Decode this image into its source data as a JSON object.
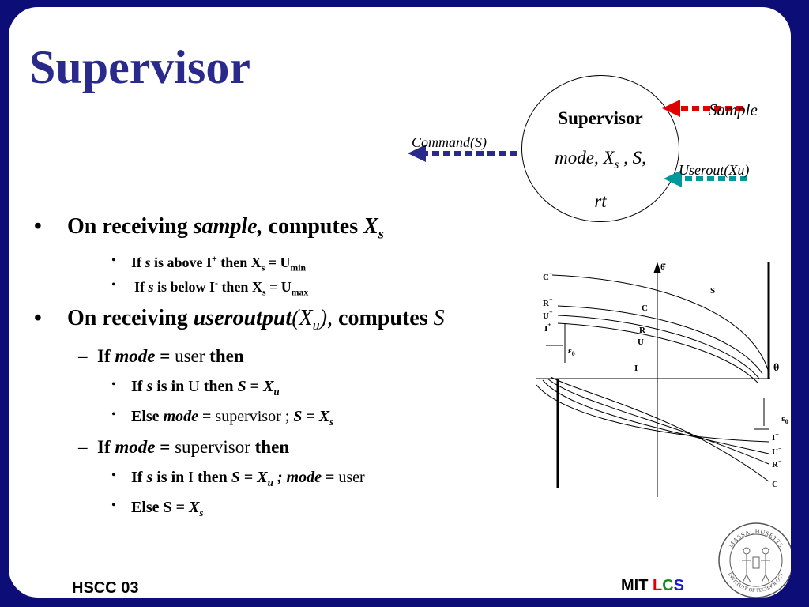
{
  "title": "Supervisor",
  "supervisor": {
    "name": "Supervisor",
    "vars_a": "mode, X",
    "vars_sub": "s",
    "vars_b": " , S,",
    "vars_c": "rt"
  },
  "arrows": {
    "command_label": "Command(S)",
    "sample_label": "Sample",
    "userout_label": "Userout(Xu)",
    "command_color": "#2a2a8c",
    "sample_color": "#e00000",
    "userout_color": "#00999a"
  },
  "bullets": {
    "b1": {
      "dot": "•",
      "p1": "On receiving ",
      "p2": "sample,",
      "p3": " computes ",
      "p4": "X",
      "p4sub": "s"
    },
    "b1a": {
      "dot": "•",
      "p1": "If ",
      "p2": "s",
      "p3": " is above I",
      "p3sup": "+",
      "p4": " then X",
      "p4sub": "s",
      "p5": " = U",
      "p5sub": "min"
    },
    "b1b": {
      "dot": "•",
      "p1": "If ",
      "p2": "s",
      "p3": " is below I",
      "p3sup": "-",
      "p4": " then X",
      "p4sub": "s",
      "p5": " = U",
      "p5sub": "max"
    },
    "b2": {
      "dot": "•",
      "p1": "On receiving ",
      "p2": "useroutput",
      "p3": "(X",
      "p3sub": "u",
      "p4": "),",
      "p5": " computes ",
      "p6": "S"
    },
    "b2a": {
      "dot": "–",
      "p1": "If ",
      "p2": "mode",
      "p3": " = ",
      "p4": "user",
      "p5": " then"
    },
    "b2a1": {
      "dot": "•",
      "p1": "If  ",
      "p2": "s",
      "p3": " is in  ",
      "p4": "U",
      "p5": "  then ",
      "p6": "S",
      "p7": " = ",
      "p8": "X",
      "p8sub": "u"
    },
    "b2a2": {
      "dot": "•",
      "p1": "Else ",
      "p2": "mode",
      "p3": " = ",
      "p4": "supervisor ;  ",
      "p5": "S",
      "p6": " = ",
      "p7": "X",
      "p7sub": "s"
    },
    "b2b": {
      "dot": "–",
      "p1": "If ",
      "p2": "mode",
      "p3": " = ",
      "p4": "supervisor",
      "p5": " then"
    },
    "b2b1": {
      "dot": "•",
      "p1": "If  ",
      "p2": "s",
      "p3": " is in  ",
      "p4": "I",
      "p5": " then ",
      "p6": "S",
      "p7": " = ",
      "p8": "X",
      "p8sub": "u",
      "p9": " ; ",
      "p10": "mode",
      "p11": " = ",
      "p12": "user"
    },
    "b2b2": {
      "dot": "•",
      "p1": "Else S = ",
      "p2": "X",
      "p2sub": "s"
    }
  },
  "diagram": {
    "y_axis_label": "θ̇",
    "x_axis_label": "θ",
    "region_s": "S",
    "region_c": "C",
    "region_r": "R",
    "region_u": "U",
    "region_i": "I",
    "left_c": "C",
    "left_c_sup": "+",
    "left_r": "R",
    "left_r_sup": "+",
    "left_u": "U",
    "left_u_sup": "+",
    "left_i": "I",
    "left_i_sup": "+",
    "right_i": "I",
    "right_i_sup": "−",
    "right_u": "U",
    "right_u_sup": "−",
    "right_r": "R",
    "right_r_sup": "−",
    "right_c": "C",
    "right_c_sup": "−",
    "eps_left": "ε",
    "eps_left_sub": "0",
    "eps_right": "ε",
    "eps_right_sub": "0"
  },
  "footer": {
    "left": "HSCC 03",
    "right_mit": "MIT ",
    "right_l": "L",
    "right_c": "C",
    "right_s": "S",
    "color_l": "#e00000",
    "color_c": "#1a8a1a",
    "color_s": "#1a1acc"
  },
  "seal": {
    "top_text": "MASSACHUSETTS",
    "bottom_text": "INSTITUTE OF TECHNOLOGY"
  }
}
